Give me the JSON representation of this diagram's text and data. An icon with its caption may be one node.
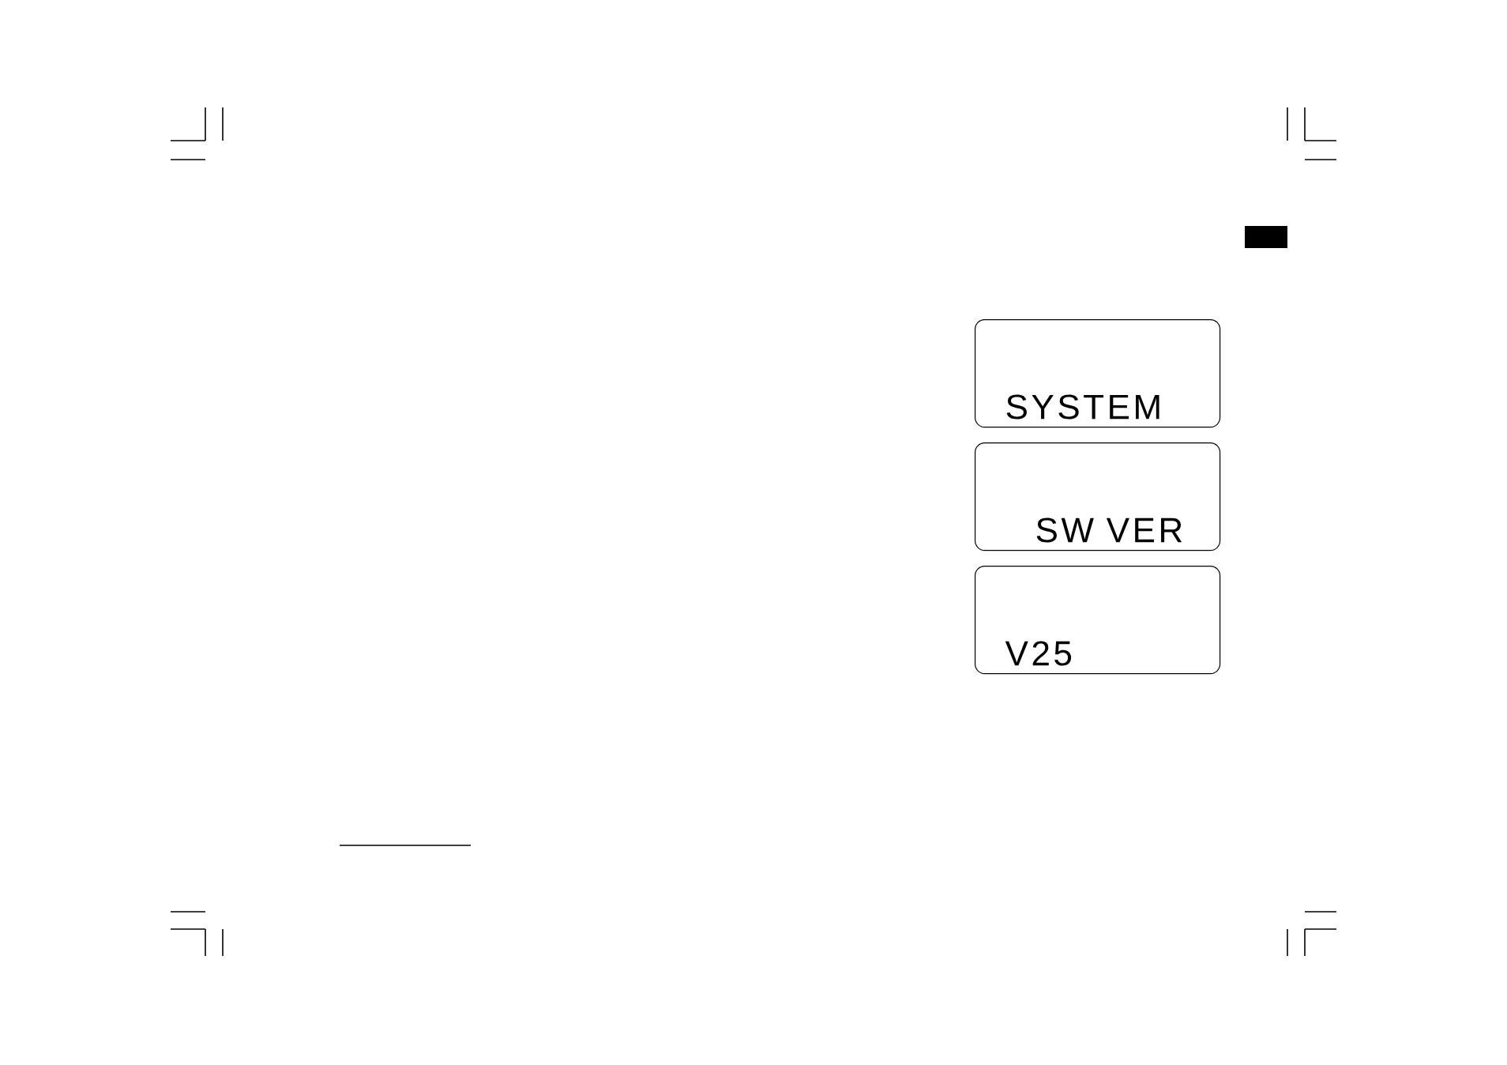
{
  "diagram": {
    "nodes": [
      {
        "text": [
          "SYSTEM"
        ]
      },
      {
        "text": [
          "SW VER"
        ]
      },
      {
        "text": [
          "V25"
        ]
      }
    ]
  }
}
